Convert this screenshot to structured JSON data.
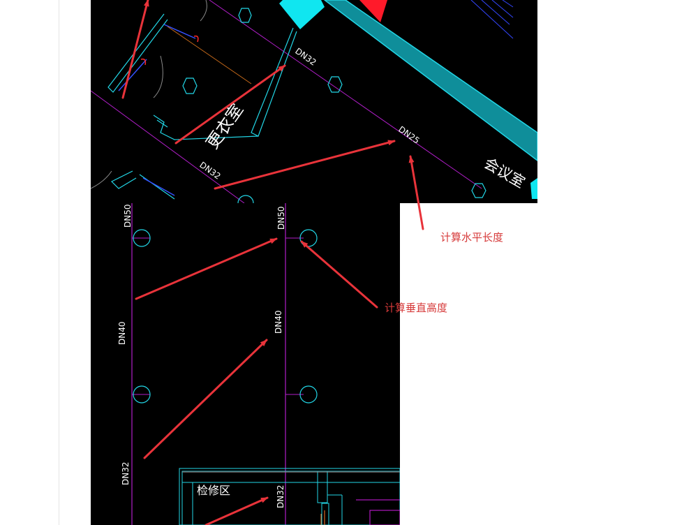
{
  "drawing_top": {
    "room_changing": "更衣室",
    "room_meeting": "会议室",
    "pipe_labels": [
      "DN32",
      "DN25",
      "DN32"
    ]
  },
  "drawing_bottom": {
    "room_service": "检修区",
    "pipe_labels_left": [
      "DN50",
      "DN40",
      "DN32"
    ],
    "pipe_labels_right": [
      "DN50",
      "DN40",
      "DN32"
    ]
  },
  "annotations": {
    "horizontal_length": "计算水平长度",
    "vertical_height": "计算垂直高度"
  },
  "colors": {
    "cad_background": "#000000",
    "arrow_red": "#e8333a",
    "pipe_magenta": "#d21ee6",
    "wall_cyan": "#1fd2e6",
    "annotation_text": "#d63a3a"
  }
}
